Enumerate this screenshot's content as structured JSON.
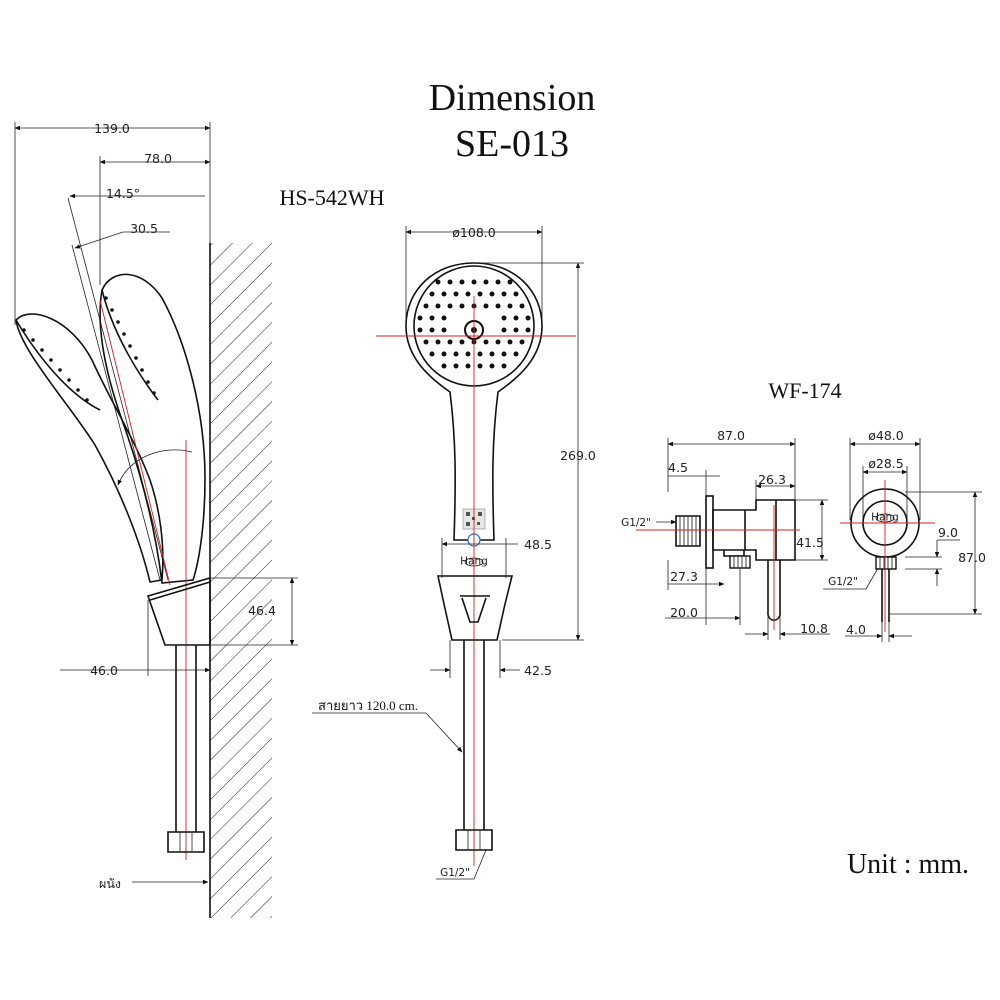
{
  "title": {
    "line1": "Dimension",
    "line2": "SE-013"
  },
  "unit_note": "Unit : mm.",
  "hand_shower": {
    "model": "HS-542WH",
    "side_view": {
      "total_width": "139.0",
      "head_offset": "78.0",
      "tilt_angle": "14.5°",
      "head_depth": "30.5",
      "holder_height": "46.4",
      "holder_depth": "46.0",
      "wall_label": "ผนัง"
    },
    "front_view": {
      "head_diameter": "ø108.0",
      "total_length": "269.0",
      "handle_width": "48.5",
      "holder_width": "42.5",
      "hose_note": "สายยาว 120.0 cm.",
      "hose_thread": "G1/2\"",
      "brand_badge": "Hang"
    }
  },
  "wall_flange": {
    "model": "WF-174",
    "side_view": {
      "total_length": "87.0",
      "thread_length": "4.5",
      "outlet_offset": "26.3",
      "thread_label": "G1/2\"",
      "outlet_height": "41.5",
      "base_offset": "27.3",
      "outlet_spacing": "20.0",
      "screw_diameter": "10.8"
    },
    "front_view": {
      "outer_diameter": "ø48.0",
      "inner_diameter": "ø28.5",
      "height": "87.0",
      "screw_offset": "9.0",
      "thread_label": "G1/2\"",
      "screw_width": "4.0",
      "brand_badge": "Hang"
    }
  }
}
